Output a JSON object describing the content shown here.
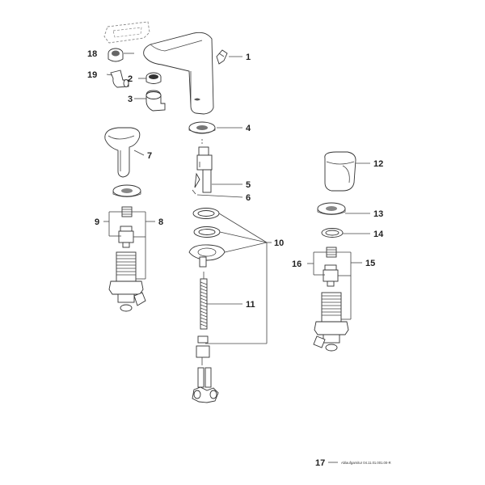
{
  "callouts": [
    {
      "id": "1",
      "text": "1"
    },
    {
      "id": "2",
      "text": "2"
    },
    {
      "id": "3",
      "text": "3"
    },
    {
      "id": "4",
      "text": "4"
    },
    {
      "id": "5",
      "text": "5"
    },
    {
      "id": "6",
      "text": "6"
    },
    {
      "id": "7",
      "text": "7"
    },
    {
      "id": "8",
      "text": "8"
    },
    {
      "id": "9",
      "text": "9"
    },
    {
      "id": "10",
      "text": "10"
    },
    {
      "id": "11",
      "text": "11"
    },
    {
      "id": "12",
      "text": "12"
    },
    {
      "id": "13",
      "text": "13"
    },
    {
      "id": "14",
      "text": "14"
    },
    {
      "id": "15",
      "text": "15"
    },
    {
      "id": "16",
      "text": "16"
    },
    {
      "id": "18",
      "text": "18"
    },
    {
      "id": "19",
      "text": "19"
    }
  ],
  "footer": {
    "page_number": "17",
    "doc_code": "Ablaufgarnitur 04.11.01.001.00-R"
  }
}
